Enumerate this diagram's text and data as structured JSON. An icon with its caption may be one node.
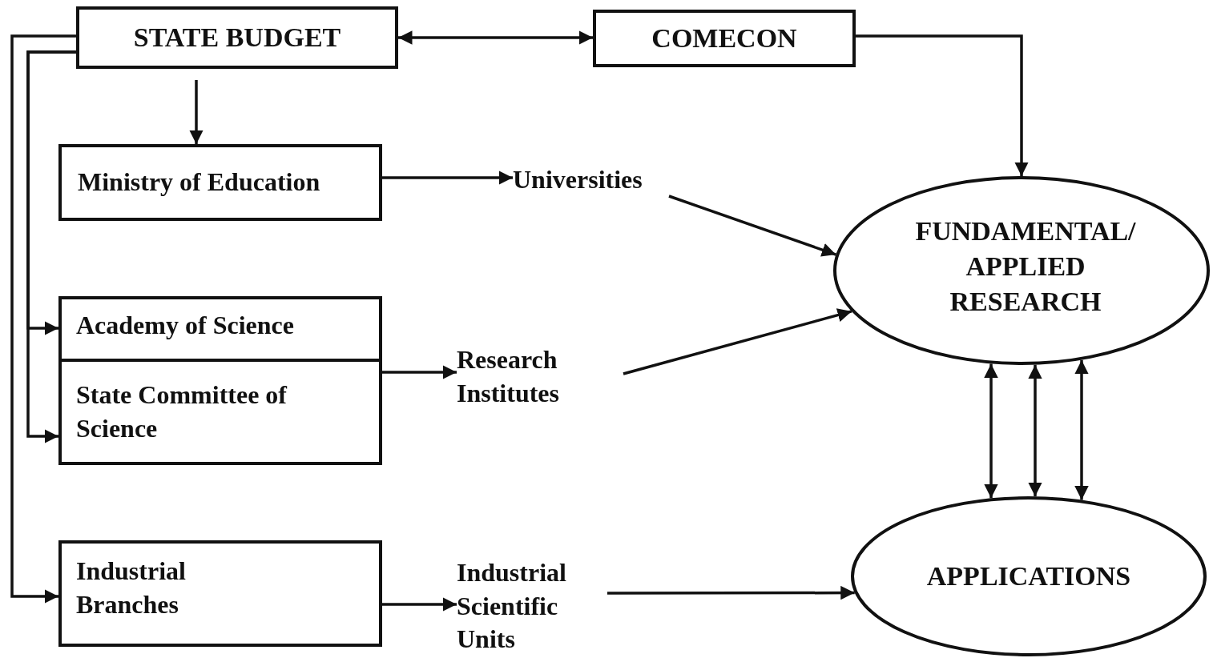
{
  "diagram": {
    "nodes": [
      {
        "text": [
          "STATE BUDGET"
        ]
      },
      {
        "text": [
          "COMECON"
        ]
      },
      {
        "text": [
          "Ministry of Education"
        ]
      },
      {
        "text": [
          "Universities"
        ]
      },
      {
        "text": [
          "Academy of Science"
        ]
      },
      {
        "text": [
          "State Committee of Science"
        ]
      },
      {
        "text": [
          "Research Institutes"
        ]
      },
      {
        "text": [
          "Industrial Branches"
        ]
      },
      {
        "text": [
          "Industrial Scientific Units"
        ]
      },
      {
        "text": [
          "FUNDAMENTAL/ APPLIED RESEARCH"
        ]
      },
      {
        "text": [
          "APPLICATIONS"
        ]
      }
    ],
    "edges": [
      {
        "from": 0,
        "to": 1,
        "arrow": "both"
      },
      {
        "from": 1,
        "to": 9,
        "arrow": "to"
      },
      {
        "from": 0,
        "to": 2,
        "arrow": "to"
      },
      {
        "from": 2,
        "to": 3,
        "arrow": "to"
      },
      {
        "from": 3,
        "to": 9,
        "arrow": "to"
      },
      {
        "from": 0,
        "to": 4,
        "arrow": "to"
      },
      {
        "from": 0,
        "to": 5,
        "arrow": "to"
      },
      {
        "from": 0,
        "to": 7,
        "arrow": "to"
      },
      {
        "from": 5,
        "to": 6,
        "arrow": "to"
      },
      {
        "from": 6,
        "to": 9,
        "arrow": "to"
      },
      {
        "from": 7,
        "to": 8,
        "arrow": "to"
      },
      {
        "from": 8,
        "to": 10,
        "arrow": "to"
      },
      {
        "from": 9,
        "to": 10,
        "arrow": "both"
      },
      {
        "from": 9,
        "to": 10,
        "arrow": "both"
      },
      {
        "from": 9,
        "to": 10,
        "arrow": "both"
      }
    ]
  }
}
